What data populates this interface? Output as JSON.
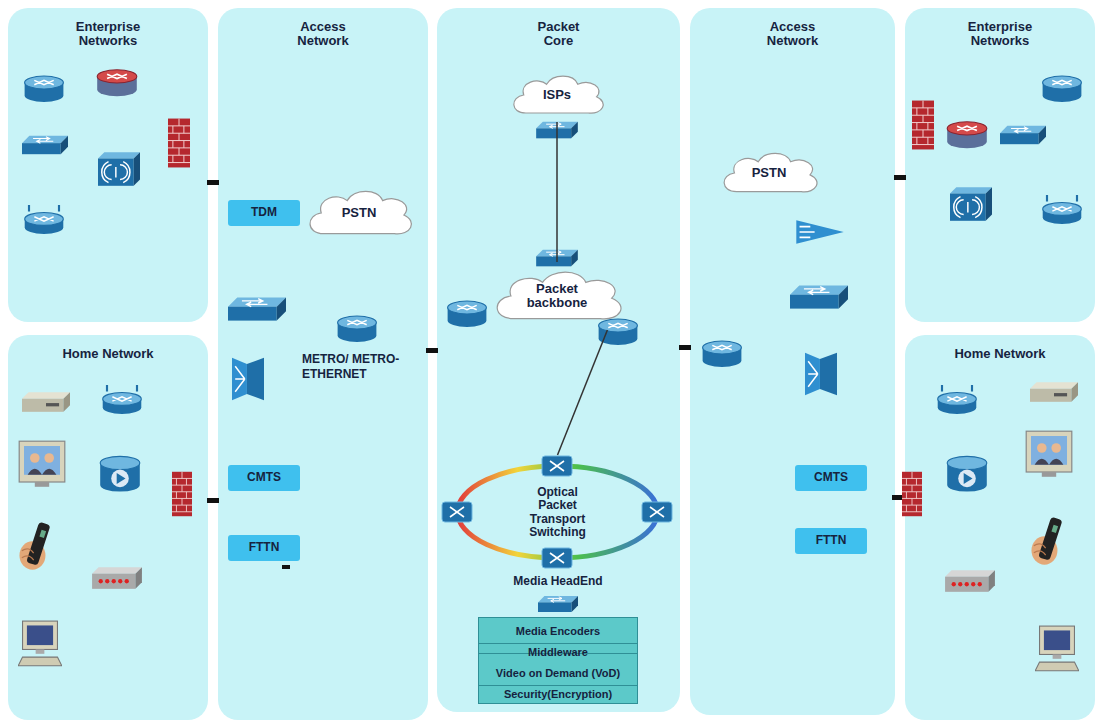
{
  "diagram": {
    "nodes": [
      {
        "text": [
          "Enterprise Networks"
        ]
      },
      {
        "text": [
          "Home Network"
        ]
      },
      {
        "text": [
          "Access Network"
        ]
      },
      {
        "text": [
          "TDM"
        ],
        "in": 2
      },
      {
        "text": [
          "PSTN"
        ],
        "in": 2
      },
      {
        "text": [
          "CMTS"
        ],
        "in": 2
      },
      {
        "text": [
          "FTTN"
        ],
        "in": 2
      },
      {
        "text": [
          "Packet Core"
        ]
      },
      {
        "text": [
          "ISPs"
        ],
        "in": 7
      },
      {
        "text": [
          "Packet backbone"
        ],
        "in": 7
      },
      {
        "text": [
          "Optical Packet Transport Switching"
        ],
        "in": 7
      },
      {
        "text": [
          "Media Encoders"
        ],
        "in": 7
      },
      {
        "text": [
          "Middleware"
        ],
        "in": 7
      },
      {
        "text": [
          "Video on Demand (VoD)"
        ],
        "in": 7
      },
      {
        "text": [
          "Security(Encryption)"
        ],
        "in": 7
      },
      {
        "text": [
          "Access Network"
        ]
      },
      {
        "text": [
          "PSTN"
        ],
        "in": 15
      },
      {
        "text": [
          "CMTS"
        ],
        "in": 15
      },
      {
        "text": [
          "FTTN"
        ],
        "in": 15
      },
      {
        "text": [
          "Enterprise Networks"
        ]
      },
      {
        "text": [
          "Home Network"
        ]
      }
    ],
    "edges": [
      {
        "from": 8,
        "to": 9,
        "arrow": "none"
      },
      {
        "from": 9,
        "to": 10,
        "arrow": "none"
      }
    ],
    "labels": [
      "METRO/ METRO-ETHERNET",
      "Media HeadEnd"
    ]
  }
}
